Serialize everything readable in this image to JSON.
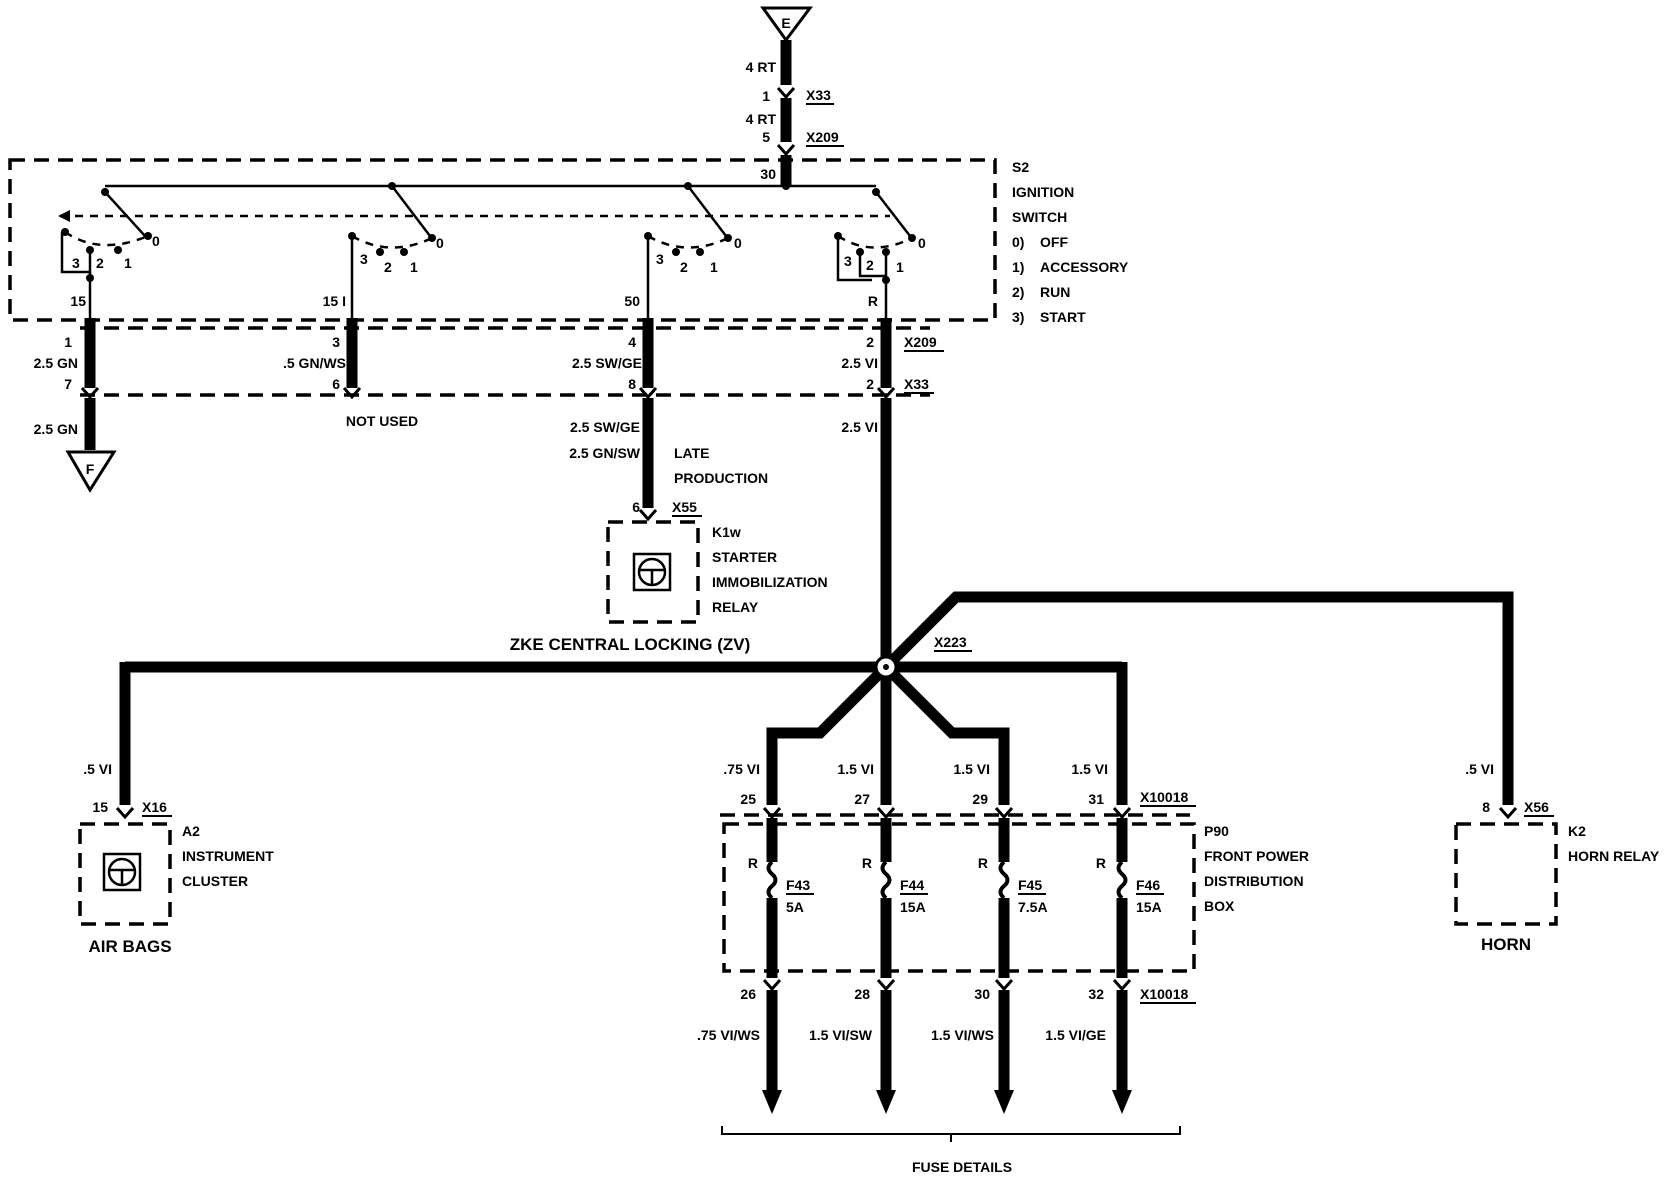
{
  "diagram": {
    "offpage_top": "E",
    "offpage_left": "F",
    "top_wire": {
      "wire_a": "4 RT",
      "pin_a": "1",
      "connector_a": "X33",
      "wire_b": "4 RT",
      "pin_b": "5",
      "connector_b": "X209",
      "terminal_30": "30"
    },
    "ignition_switch": {
      "id": "S2",
      "name_line1": "IGNITION",
      "name_line2": "SWITCH",
      "legend": [
        {
          "num": "0)",
          "label": "OFF"
        },
        {
          "num": "1)",
          "label": "ACCESSORY"
        },
        {
          "num": "2)",
          "label": "RUN"
        },
        {
          "num": "3)",
          "label": "START"
        }
      ],
      "sections": [
        {
          "pos3": "3",
          "pos2": "2",
          "pos1": "1",
          "pos0": "0",
          "terminal": "15"
        },
        {
          "pos3": "3",
          "pos2": "2",
          "pos1": "1",
          "pos0": "0",
          "terminal": "15 I"
        },
        {
          "pos3": "3",
          "pos2": "2",
          "pos1": "1",
          "pos0": "0",
          "terminal": "50"
        },
        {
          "pos3": "3",
          "pos2": "2",
          "pos1": "1",
          "pos0": "0",
          "terminal": "R"
        }
      ]
    },
    "harness": {
      "connector_upper": "X209",
      "connector_lower": "X33",
      "branches": [
        {
          "pin_upper": "1",
          "wire": "2.5 GN",
          "pin_lower": "7",
          "below": "2.5 GN"
        },
        {
          "pin_upper": "3",
          "wire": ".5 GN/WS",
          "pin_lower": "6",
          "below": "NOT USED"
        },
        {
          "pin_upper": "4",
          "wire": "2.5 SW/GE",
          "pin_lower": "8",
          "below": "2.5 SW/GE"
        },
        {
          "pin_upper": "2",
          "wire": "2.5 VI",
          "pin_lower": "2",
          "below": "2.5 VI"
        }
      ]
    },
    "immobilizer": {
      "alt_wire": "2.5 GN/SW",
      "note_line1": "LATE",
      "note_line2": "PRODUCTION",
      "pin": "6",
      "connector": "X55",
      "id": "K1w",
      "name_line1": "STARTER",
      "name_line2": "IMMOBILIZATION",
      "name_line3": "RELAY",
      "caption": "ZKE CENTRAL LOCKING (ZV)"
    },
    "splice": "X223",
    "instrument_cluster": {
      "wire": ".5 VI",
      "pin": "15",
      "connector": "X16",
      "id": "A2",
      "name_line1": "INSTRUMENT",
      "name_line2": "CLUSTER",
      "caption": "AIR BAGS"
    },
    "horn_relay": {
      "wire": ".5 VI",
      "pin": "8",
      "connector": "X56",
      "id": "K2",
      "name": "HORN RELAY",
      "caption": "HORN"
    },
    "power_distribution": {
      "id": "P90",
      "name_line1": "FRONT POWER",
      "name_line2": "DISTRIBUTION",
      "name_line3": "BOX",
      "connector_in": "X10018",
      "connector_out": "X10018",
      "fuses": [
        {
          "wire_in": ".75 VI",
          "pin_in": "25",
          "mark": "R",
          "id": "F43",
          "rating": "5A",
          "pin_out": "26",
          "wire_out": ".75 VI/WS"
        },
        {
          "wire_in": "1.5 VI",
          "pin_in": "27",
          "mark": "R",
          "id": "F44",
          "rating": "15A",
          "pin_out": "28",
          "wire_out": "1.5 VI/SW"
        },
        {
          "wire_in": "1.5 VI",
          "pin_in": "29",
          "mark": "R",
          "id": "F45",
          "rating": "7.5A",
          "pin_out": "30",
          "wire_out": "1.5 VI/WS"
        },
        {
          "wire_in": "1.5 VI",
          "pin_in": "31",
          "mark": "R",
          "id": "F46",
          "rating": "15A",
          "pin_out": "32",
          "wire_out": "1.5 VI/GE"
        }
      ],
      "footer": "FUSE DETAILS"
    }
  }
}
